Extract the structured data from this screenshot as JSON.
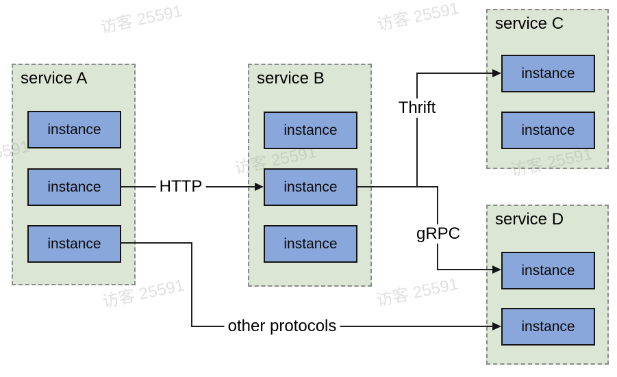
{
  "watermark": {
    "text": "访客 25591"
  },
  "services": {
    "a": {
      "title": "service A",
      "instances": [
        "instance",
        "instance",
        "instance"
      ]
    },
    "b": {
      "title": "service B",
      "instances": [
        "instance",
        "instance",
        "instance"
      ]
    },
    "c": {
      "title": "service C",
      "instances": [
        "instance",
        "instance"
      ]
    },
    "d": {
      "title": "service D",
      "instances": [
        "instance",
        "instance"
      ]
    }
  },
  "connections": {
    "http": {
      "label": "HTTP",
      "from": "service A",
      "to": "service B"
    },
    "thrift": {
      "label": "Thrift",
      "from": "service B",
      "to": "service C"
    },
    "grpc": {
      "label": "gRPC",
      "from": "service B",
      "to": "service D"
    },
    "other": {
      "label": "other protocols",
      "from": "service A",
      "to": "service D"
    }
  },
  "colors": {
    "service_fill": "#dbe7d4",
    "service_border": "#8a8a8a",
    "instance_fill": "#8aa7db",
    "instance_border": "#141414",
    "line": "#1f1f1f",
    "watermark": "#9a9a9a"
  }
}
